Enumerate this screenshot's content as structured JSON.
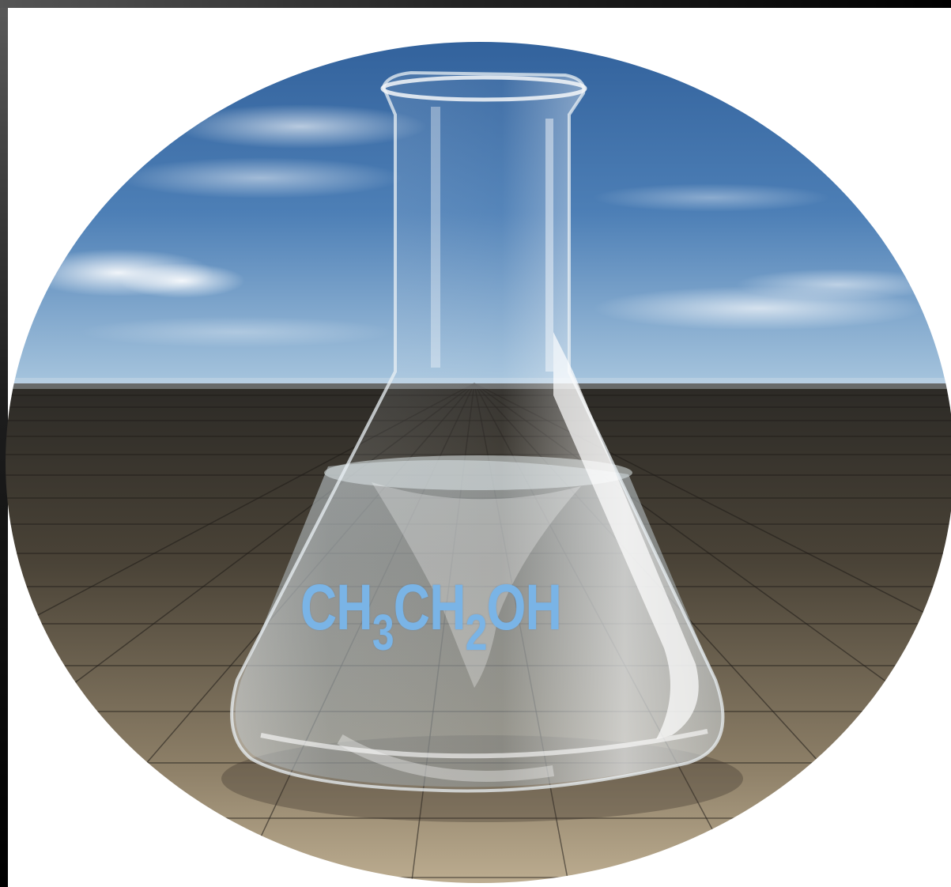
{
  "formula": {
    "part1": "CH",
    "sub1": "3",
    "part2": "CH",
    "sub2": "2",
    "part3": "OH"
  },
  "colors": {
    "sky_top": "#2f5f9a",
    "sky_horizon": "#9fc0dd",
    "floor_dark": "#3a362f",
    "floor_light": "#b3a58c",
    "formula_text": "#7ab4e6"
  }
}
